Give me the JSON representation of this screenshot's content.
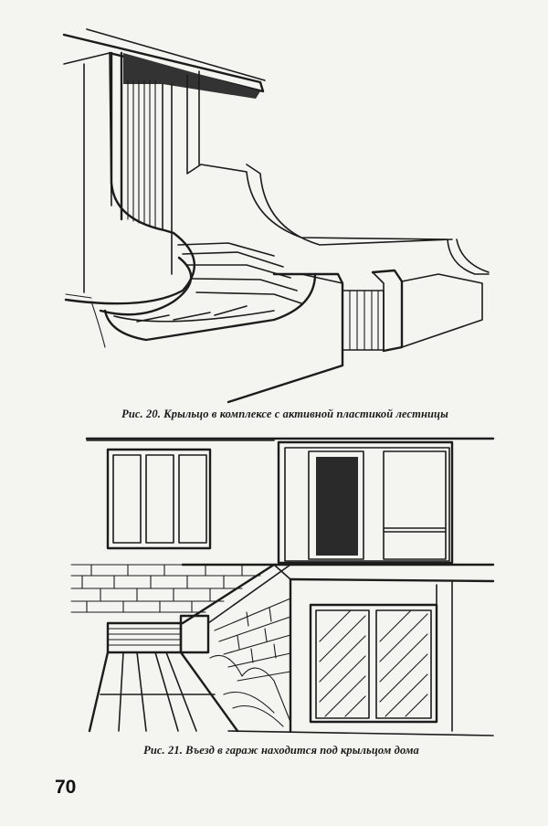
{
  "page": {
    "number": "70"
  },
  "figures": [
    {
      "id": "fig-20",
      "caption": "Рис. 20. Крыльцо в комплексе с активной пластикой лестницы"
    },
    {
      "id": "fig-21",
      "caption": "Рис. 21. Въезд в гараж находится под крыльцом дома"
    }
  ],
  "colors": {
    "ink": "#1c1c1c",
    "paper": "#f4f4f1"
  }
}
